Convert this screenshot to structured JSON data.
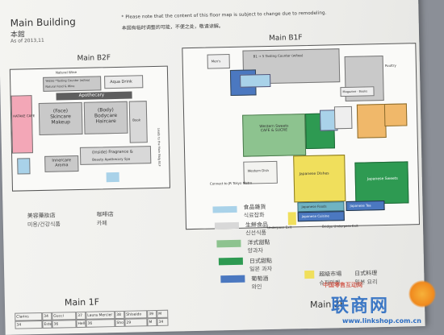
{
  "header": {
    "title_en": "Main Building",
    "title_cn": "本館",
    "as_of": "As of 2013,11",
    "note_en": "* Please note that the content of this floor map is subject to change due to remodeling.",
    "note_cn": "本図有临时调整的可能，不便之处，敬请谅解。"
  },
  "floors": {
    "b2f": "Main B2F",
    "b1f": "Main B1F",
    "f1": "Main 1F",
    "f2": "Main 2F"
  },
  "b2f_areas": {
    "natural_wine": "Natural Wine",
    "yaesu_tasting": "YAESU *Tasting Counter (w/tea)",
    "natural_food": "Natural Food & Wine",
    "aqua_drink": "Aqua Drink",
    "apothecary": "Apothecary",
    "face_skincare": "(Face) Skincare Makeup",
    "body_haircare": "(Body) Bodycare Haircare",
    "book": "Book",
    "fragrance": "(Inside) Fragrance &",
    "beauty_apothecary": "Beauty Apothecary Spa",
    "innercare_aroma": "Innercare Aroma",
    "cafe": "HATAKE CAFE",
    "to_b1f": "Leads to the Main Bldg B1F"
  },
  "b1f_areas": {
    "mens": "Men's",
    "tasting_course": "B1 → 5 Tasting Counter (w/tea)",
    "western_sweets": "Western Sweets CAFE & SUCRE",
    "japanese_dishes": "Japanese Dishes",
    "japanese_sweets": "Japanese Sweets",
    "western_dish": "Western Dish",
    "japanese_foods": "Japanese Foods",
    "japanese_tea": "Japanese Tea",
    "japanese_cuisine": "Japanese Cuisine",
    "poultry": "Poultry",
    "magazine": "Magazine · Books",
    "connect_tokyo": "Connect to JR Tokyo Metro",
    "underpass": "Underpass Exit",
    "bridge": "Bridge-Underpass Exit"
  },
  "legend": {
    "cosmetics_cn": "美容藥妝店",
    "cosmetics_kr": "미용/건강식품",
    "cafe_cn": "咖啡店",
    "cafe_kr": "카페",
    "food_cn": "食品雜貨",
    "food_kr": "식료잡화",
    "fresh_cn": "生鮮食品",
    "fresh_kr": "신선식품",
    "western_cn": "洋式甜點",
    "western_kr": "양과자",
    "japanese_cn": "日式甜點",
    "japanese_kr": "일본 과자",
    "wine_cn": "葡萄酒",
    "wine_kr": "와인",
    "super_cn": "超級市場",
    "super_kr": "슈퍼마켓",
    "jcuisine_cn": "日式料理",
    "jcuisine_kr": "일본 요리"
  },
  "f1_table": [
    "Clarins",
    "34",
    "Gucci",
    "37",
    "Laura Mercier",
    "38",
    "Shiseido",
    "39",
    "M",
    "34",
    "Estee Lauder",
    "36",
    "Hellen Rubinstein",
    "36",
    "Sho Uemura",
    "29",
    "M",
    "34"
  ],
  "watermark": {
    "site_cn": "中国零售互动网",
    "brand": "联商网",
    "url": "www.linkshop.com.cn"
  },
  "colors": {
    "pink": "#f3a7b7",
    "gray": "#c9c9c9",
    "light_blue": "#a9d2e9",
    "mid_green": "#8dc38f",
    "dark_green": "#2e9a52",
    "blue": "#4b78c0",
    "yellow": "#f0df5c",
    "orange": "#f0b86a",
    "teal": "#6fb3c2"
  }
}
